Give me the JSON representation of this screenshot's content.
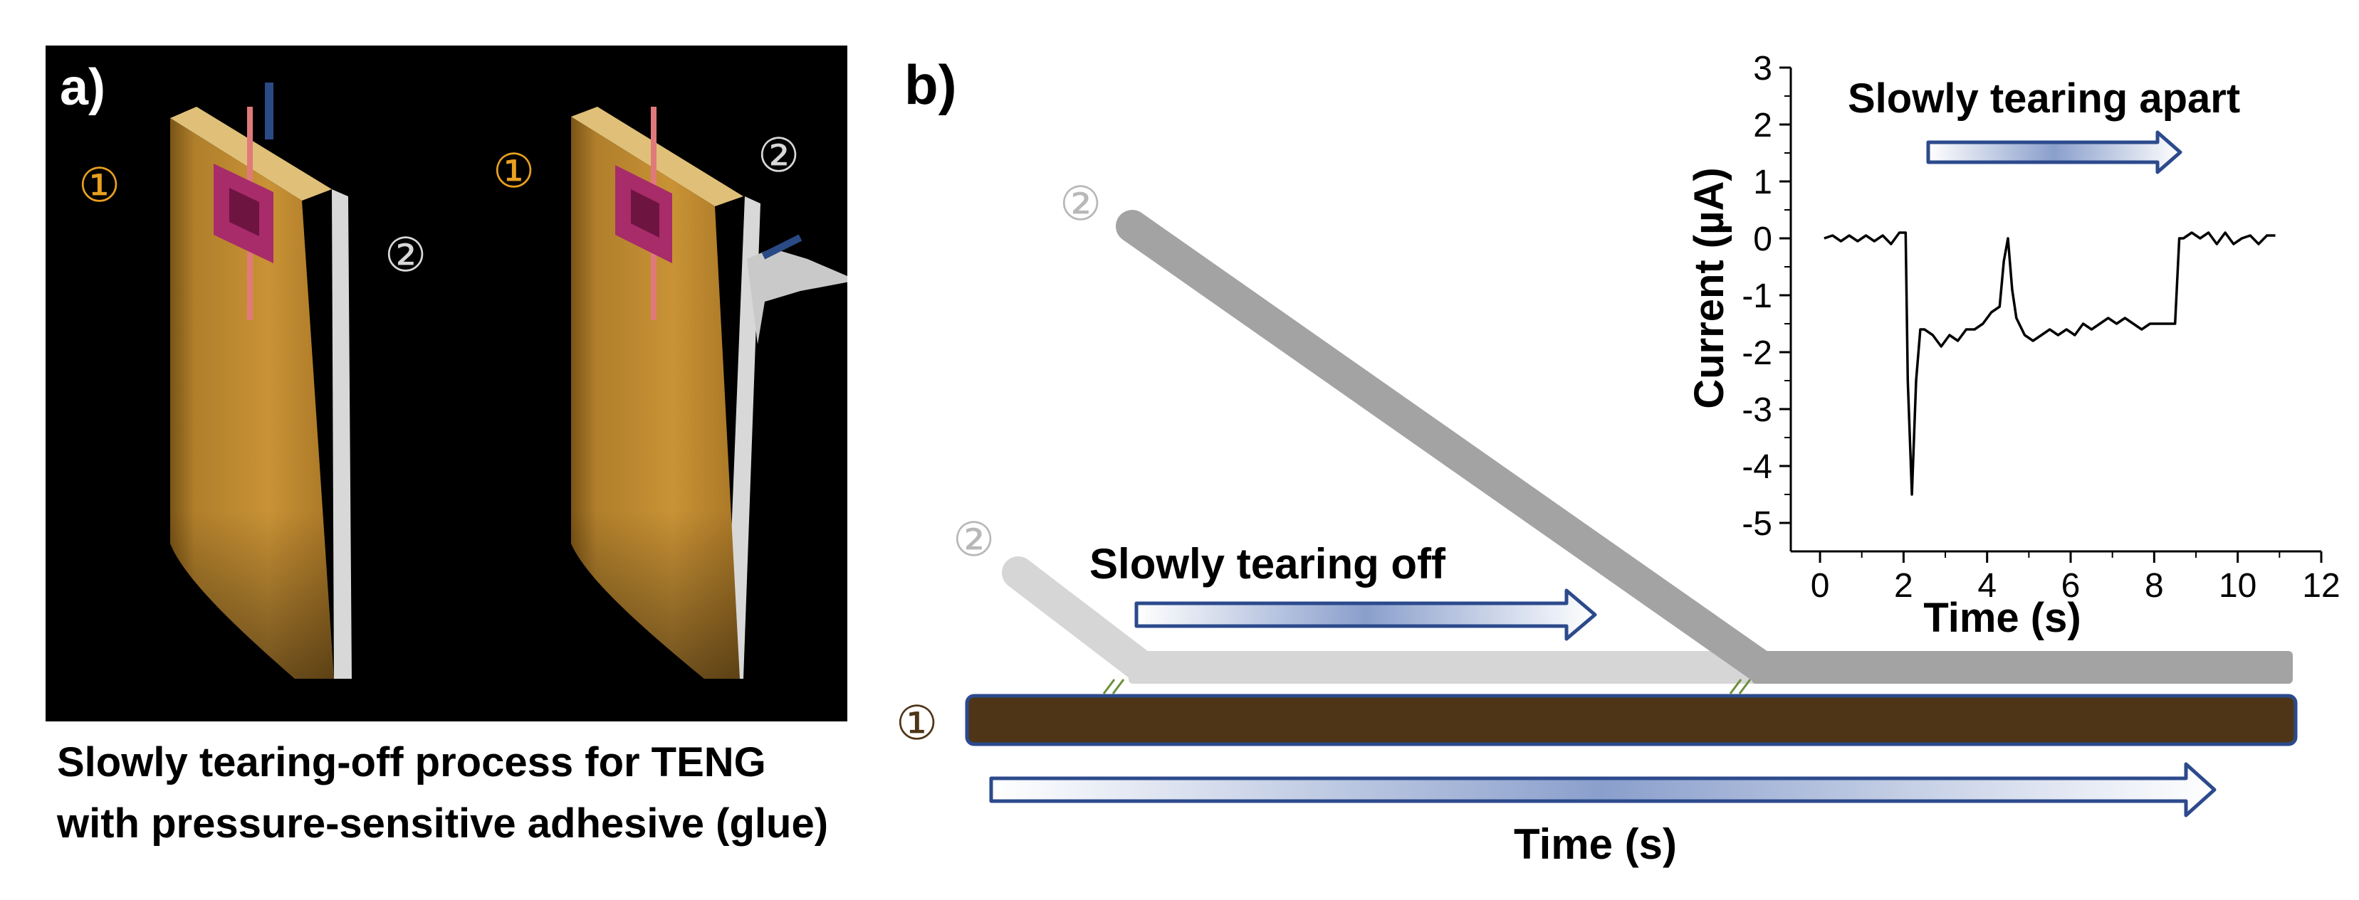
{
  "panel_a": {
    "label": "a)",
    "circled_one": "①",
    "circled_two": "②",
    "caption_line1": "Slowly tearing-off process for TENG",
    "caption_line2": "with pressure-sensitive adhesive (glue)"
  },
  "panel_b": {
    "label": "b)",
    "circled_one": "①",
    "circled_two": "②",
    "tear_label": "Slowly tearing off",
    "time_label": "Time (s)"
  },
  "chart_data": {
    "type": "line",
    "title": "Slowly tearing apart",
    "xlabel": "Time (s)",
    "ylabel": "Current (µA)",
    "xlim": [
      -0.7,
      12
    ],
    "ylim": [
      -5.5,
      3
    ],
    "xticks": [
      0,
      2,
      4,
      6,
      8,
      10,
      12
    ],
    "yticks": [
      3,
      2,
      1,
      0,
      -1,
      -2,
      -3,
      -4,
      -5
    ],
    "series": [
      {
        "x": [
          0.1,
          0.3,
          0.5,
          0.7,
          0.9,
          1.1,
          1.3,
          1.5,
          1.7,
          1.9,
          2.05,
          2.1,
          2.2,
          2.3,
          2.4,
          2.5,
          2.7,
          2.9,
          3.1,
          3.3,
          3.5,
          3.7,
          3.9,
          4.1,
          4.3,
          4.4,
          4.5,
          4.6,
          4.7,
          4.9,
          5.1,
          5.3,
          5.5,
          5.7,
          5.9,
          6.1,
          6.3,
          6.5,
          6.7,
          6.9,
          7.1,
          7.3,
          7.5,
          7.7,
          7.9,
          8.1,
          8.3,
          8.5,
          8.6,
          8.7,
          8.9,
          9.1,
          9.3,
          9.5,
          9.7,
          9.9,
          10.1,
          10.3,
          10.5,
          10.7,
          10.9
        ],
        "y": [
          0.0,
          0.05,
          -0.05,
          0.05,
          -0.05,
          0.05,
          -0.05,
          0.05,
          -0.1,
          0.1,
          0.1,
          -2.5,
          -4.5,
          -2.5,
          -1.6,
          -1.6,
          -1.7,
          -1.9,
          -1.7,
          -1.8,
          -1.6,
          -1.6,
          -1.5,
          -1.3,
          -1.2,
          -0.4,
          0.0,
          -0.9,
          -1.4,
          -1.7,
          -1.8,
          -1.7,
          -1.6,
          -1.7,
          -1.6,
          -1.7,
          -1.5,
          -1.6,
          -1.5,
          -1.4,
          -1.5,
          -1.4,
          -1.5,
          -1.6,
          -1.5,
          -1.5,
          -1.5,
          -1.5,
          0.0,
          0.0,
          0.1,
          0.0,
          0.1,
          -0.1,
          0.1,
          -0.1,
          0.0,
          0.05,
          -0.1,
          0.05,
          0.05
        ]
      }
    ]
  }
}
